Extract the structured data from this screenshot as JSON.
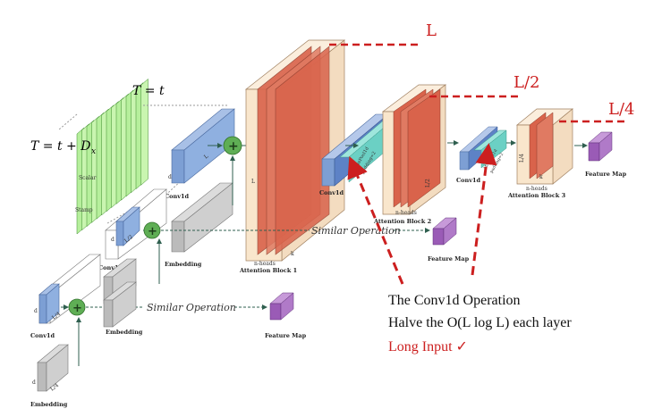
{
  "labels": {
    "T_eq_t": "T = t",
    "T_eq_t_plus_Dx": "T = t + D",
    "Dx_sub": "x",
    "scalar": "Scalar",
    "stamp": "Stamp",
    "conv1d": "Conv1d",
    "embedding": "Embedding",
    "attention_block_1": "Attention Block 1",
    "attention_block_2": "Attention Block 2",
    "attention_block_3": "Attention Block 3",
    "feature_map": "Feature Map",
    "similar_operation": "Similar Operation",
    "n_heads": "n-heads",
    "maxpool": "MaxPool1d",
    "padding": "padding=2",
    "d": "d",
    "k": "k",
    "L": "L",
    "L_half": "L/2",
    "L_quarter": "L/4"
  },
  "annotations": {
    "len_L": "L",
    "len_L2": "L/2",
    "len_L4": "L/4",
    "caption_line1": "The Conv1d Operation",
    "caption_line2": "Halve the O(L log L) each layer",
    "caption_line3": "Long Input ✓"
  },
  "colors": {
    "accent_red": "#cc1f1f",
    "attention_fill": "#f9e6cc",
    "attention_red": "#d9634b",
    "conv_blue": "#7d9fd4",
    "feature_purple": "#9a5bb6",
    "embedding_gray": "#bbbbbb",
    "green_stack": "#b6ef9c",
    "plus_green": "#5fae55",
    "teal": "#6bd0c4"
  }
}
